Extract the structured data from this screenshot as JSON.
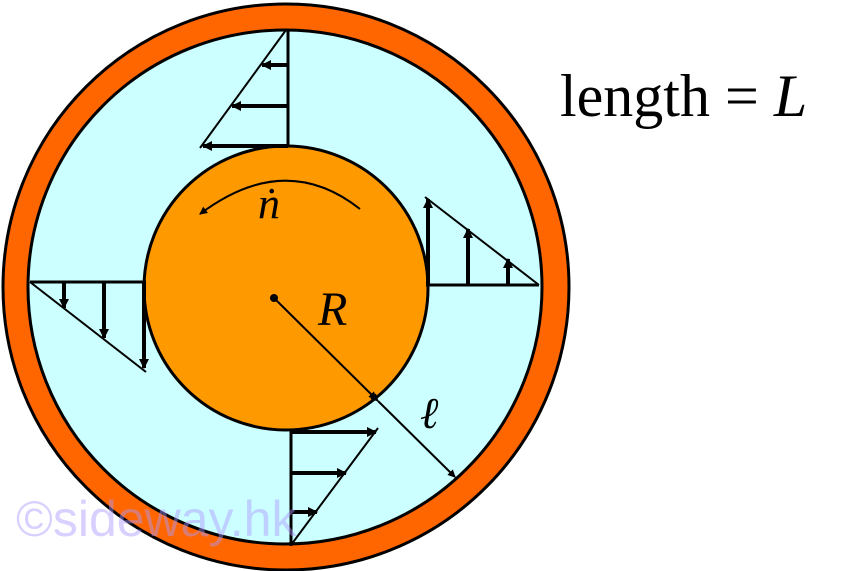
{
  "labels": {
    "length_text": "length =",
    "length_symbol": "L",
    "rotation": "ṅ",
    "radius": "R",
    "gap": "ℓ",
    "watermark": "©sideway.hk"
  },
  "colors": {
    "outer_ring": "#ff6600",
    "fluid": "#ccffff",
    "shaft": "#ff9900",
    "line": "#000000"
  }
}
